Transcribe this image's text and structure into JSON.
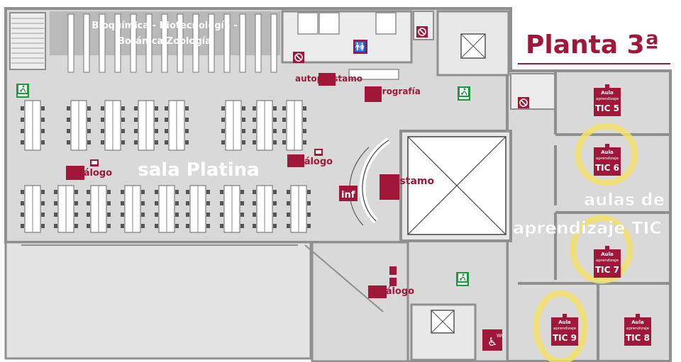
{
  "title": "Planta 3ª",
  "shelving_banner": {
    "line1": "Bioquímica - Biotecnología -",
    "line2": "Botánica  Zoología"
  },
  "room_name": "sala  Platina",
  "zone_label": {
    "line1": "aulas de",
    "line2": "aprendizaje TIC"
  },
  "services": {
    "autoprestamo": "autopréstamo",
    "reprografia": "reprografía",
    "prestamo": "préstamo",
    "inf": "inf",
    "catalogo": "catálogo"
  },
  "exit_sign": "SALIDA",
  "wc_label": "WC",
  "classrooms": [
    {
      "aula": "Aula",
      "sub": "aprendizaje",
      "name": "TIC 5",
      "highlighted": false
    },
    {
      "aula": "Aula",
      "sub": "aprendizaje",
      "name": "TIC 6",
      "highlighted": true
    },
    {
      "aula": "Aula",
      "sub": "aprendizaje",
      "name": "TIC 7",
      "highlighted": true
    },
    {
      "aula": "Aula",
      "sub": "aprendizaje",
      "name": "TIC 8",
      "highlighted": false
    },
    {
      "aula": "Aula",
      "sub": "aprendizaje",
      "name": "TIC 9",
      "highlighted": true
    }
  ],
  "colors": {
    "brand": "#a0173a",
    "floor": "#d9d9d9",
    "wall": "#8f8f8f",
    "highlight": "#f2e16b",
    "exit": "#1b9a3a"
  }
}
